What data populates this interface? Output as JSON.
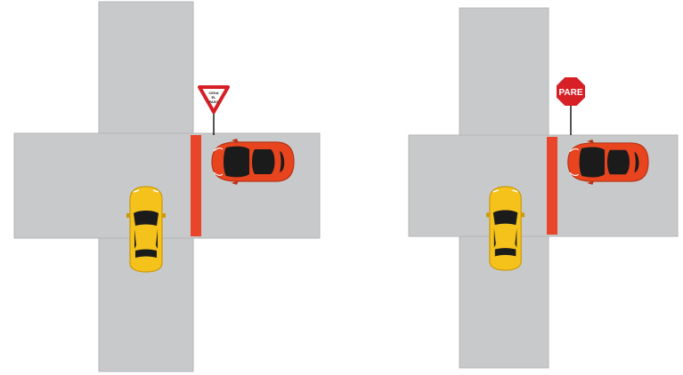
{
  "colors": {
    "road": "#c8c9cb",
    "road_edge": "#b4b5b7",
    "stop_line": "#e8452a",
    "red_car": "#e8451f",
    "yellow_car": "#f4c21b",
    "car_glass": "#1b1b1b",
    "yield_border": "#d71f26",
    "stop_sign": "#d71f26"
  },
  "diagrams": [
    {
      "sign_type": "yield",
      "sign_text_lines": [
        "CEDA",
        "EL",
        "PASO"
      ],
      "sign_icon": "yield-sign-icon",
      "cars": [
        "red-car-icon",
        "yellow-car-icon"
      ]
    },
    {
      "sign_type": "stop",
      "sign_text": "PARE",
      "sign_icon": "stop-sign-icon",
      "cars": [
        "red-car-icon",
        "yellow-car-icon"
      ]
    }
  ]
}
